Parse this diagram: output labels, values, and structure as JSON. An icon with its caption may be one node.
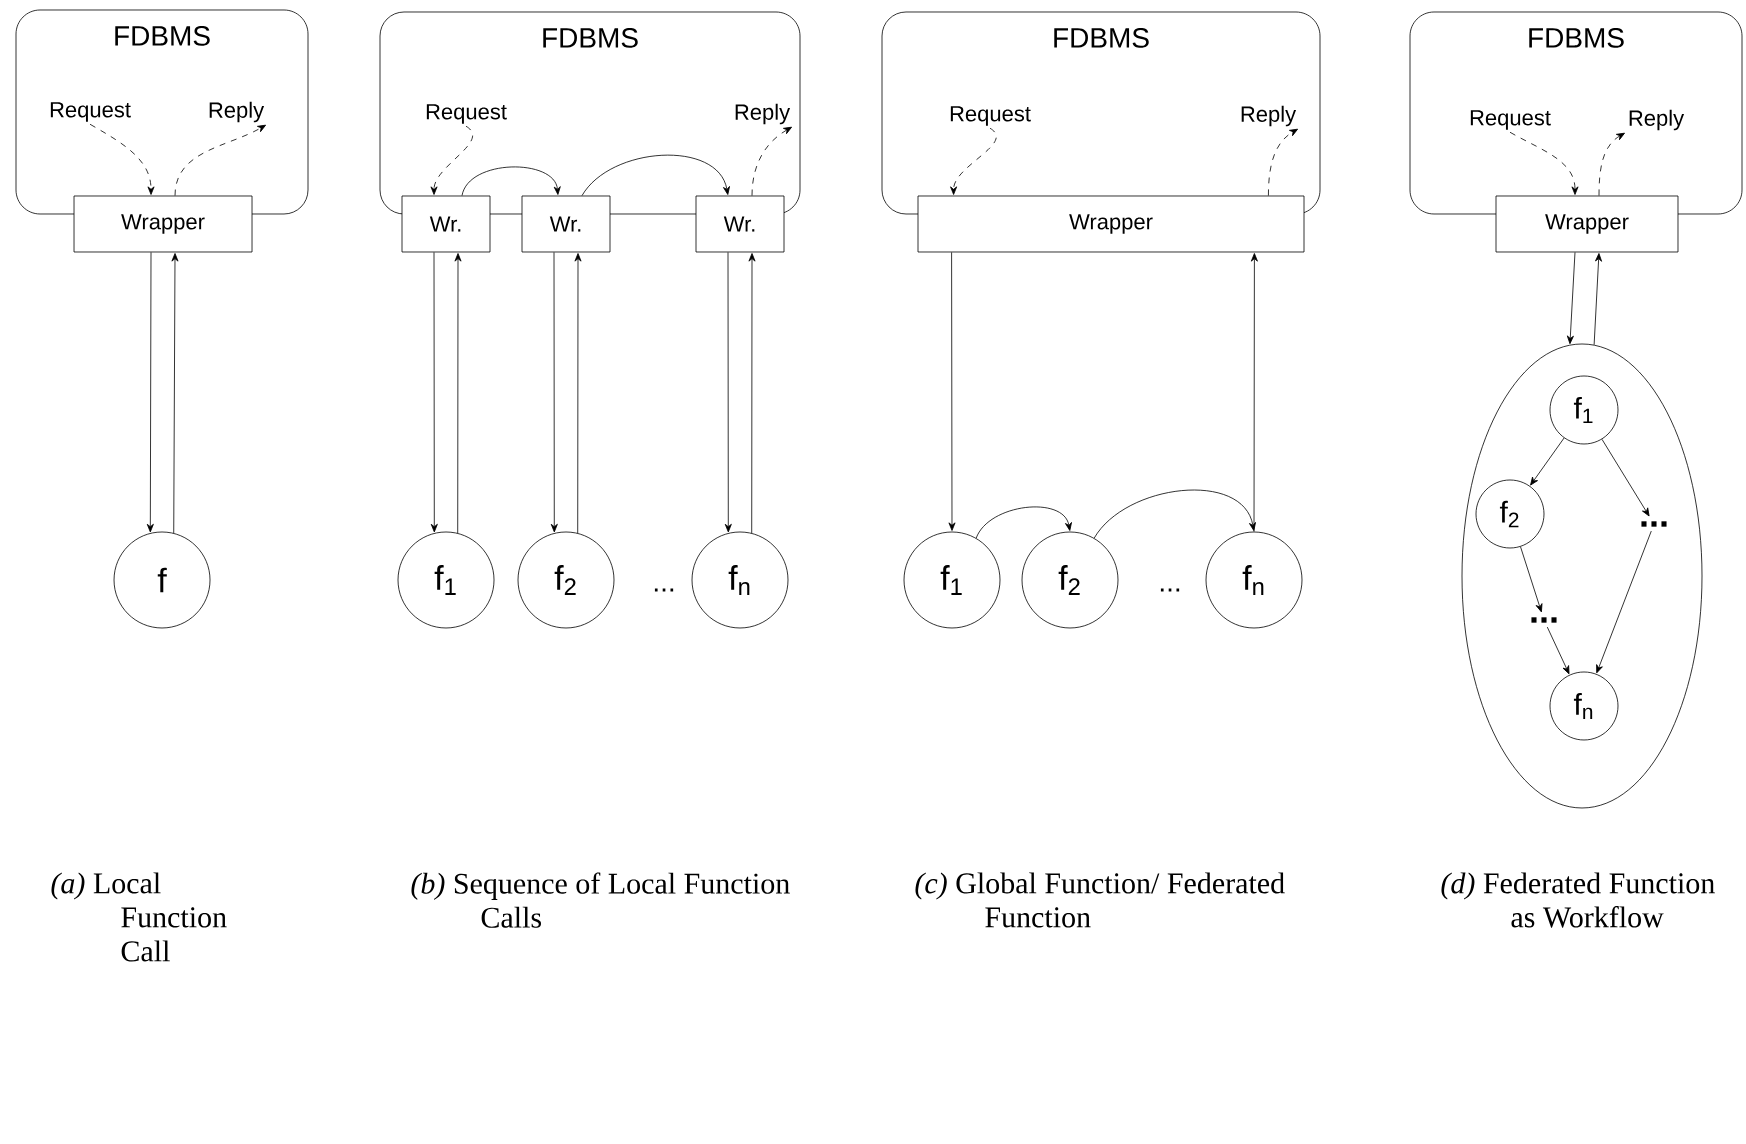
{
  "diagram": {
    "nodes": [
      {
        "text": [
          "FDBMS"
        ]
      },
      {
        "text": [
          "Request"
        ],
        "in": 0
      },
      {
        "text": [
          "Reply"
        ],
        "in": 0
      },
      {
        "text": [
          "Wrapper"
        ]
      },
      {
        "text": [
          "f"
        ]
      },
      {
        "text": [
          "FDBMS"
        ]
      },
      {
        "text": [
          "Request"
        ],
        "in": 5
      },
      {
        "text": [
          "Reply"
        ],
        "in": 5
      },
      {
        "text": [
          "Wr."
        ]
      },
      {
        "text": [
          "Wr."
        ]
      },
      {
        "text": [
          "Wr."
        ]
      },
      {
        "text": [
          "f$_{1}$"
        ]
      },
      {
        "text": [
          "f$_{2}$"
        ]
      },
      {
        "text": [
          "f$_{n}$"
        ]
      },
      {
        "text": [
          "FDBMS"
        ]
      },
      {
        "text": [
          "Request"
        ],
        "in": 14
      },
      {
        "text": [
          "Reply"
        ],
        "in": 14
      },
      {
        "text": [
          "Wrapper"
        ]
      },
      {
        "text": [
          "f$_{1}$"
        ]
      },
      {
        "text": [
          "f$_{2}$"
        ]
      },
      {
        "text": [
          "f$_{n}$"
        ]
      },
      {
        "text": [
          "FDBMS"
        ]
      },
      {
        "text": [
          "Request"
        ],
        "in": 21
      },
      {
        "text": [
          "Reply"
        ],
        "in": 21
      },
      {
        "text": [
          "Wrapper"
        ]
      },
      {
        "text": [],
        "shape": "ellipse"
      },
      {
        "text": [
          "f$_{1}$"
        ],
        "in": 25
      },
      {
        "text": [
          "f$_{2}$"
        ],
        "in": 25
      },
      {
        "text": [
          "..."
        ],
        "in": 25
      },
      {
        "text": [
          "..."
        ],
        "in": 25
      },
      {
        "text": [
          "f$_{n}$"
        ],
        "in": 25
      }
    ],
    "edges": [
      {
        "from": 1,
        "to": 3,
        "arrow": "to",
        "style": "dashed"
      },
      {
        "from": 3,
        "to": 2,
        "arrow": "to",
        "style": "dashed"
      },
      {
        "from": 3,
        "to": 4,
        "arrow": "to"
      },
      {
        "from": 4,
        "to": 3,
        "arrow": "to"
      },
      {
        "from": 6,
        "to": 8,
        "arrow": "to",
        "style": "dashed"
      },
      {
        "from": 10,
        "to": 7,
        "arrow": "to",
        "style": "dashed"
      },
      {
        "from": 8,
        "to": 9,
        "arrow": "to"
      },
      {
        "from": 9,
        "to": 10,
        "arrow": "to"
      },
      {
        "from": 8,
        "to": 11,
        "arrow": "to"
      },
      {
        "from": 11,
        "to": 8,
        "arrow": "to"
      },
      {
        "from": 9,
        "to": 12,
        "arrow": "to"
      },
      {
        "from": 12,
        "to": 9,
        "arrow": "to"
      },
      {
        "from": 10,
        "to": 13,
        "arrow": "to"
      },
      {
        "from": 13,
        "to": 10,
        "arrow": "to"
      },
      {
        "from": 15,
        "to": 17,
        "arrow": "to",
        "style": "dashed"
      },
      {
        "from": 17,
        "to": 16,
        "arrow": "to",
        "style": "dashed"
      },
      {
        "from": 17,
        "to": 18,
        "arrow": "to"
      },
      {
        "from": 18,
        "to": 19,
        "arrow": "to"
      },
      {
        "from": 19,
        "to": 20,
        "arrow": "to"
      },
      {
        "from": 20,
        "to": 17,
        "arrow": "to"
      },
      {
        "from": 22,
        "to": 24,
        "arrow": "to",
        "style": "dashed"
      },
      {
        "from": 24,
        "to": 23,
        "arrow": "to",
        "style": "dashed"
      },
      {
        "from": 24,
        "to": 25,
        "arrow": "to"
      },
      {
        "from": 25,
        "to": 24,
        "arrow": "to"
      },
      {
        "from": 26,
        "to": 27,
        "arrow": "to"
      },
      {
        "from": 26,
        "to": 28,
        "arrow": "to"
      },
      {
        "from": 27,
        "to": 29,
        "arrow": "to"
      },
      {
        "from": 29,
        "to": 30,
        "arrow": "to"
      },
      {
        "from": 28,
        "to": 30,
        "arrow": "to"
      }
    ],
    "labels": [
      "...",
      "...",
      "*(a)* Local Function Call",
      "*(b)* Sequence of Local Function Calls",
      "*(c)* Global Function/ Federated Function",
      "*(d)* Federated Function as Workflow"
    ]
  }
}
